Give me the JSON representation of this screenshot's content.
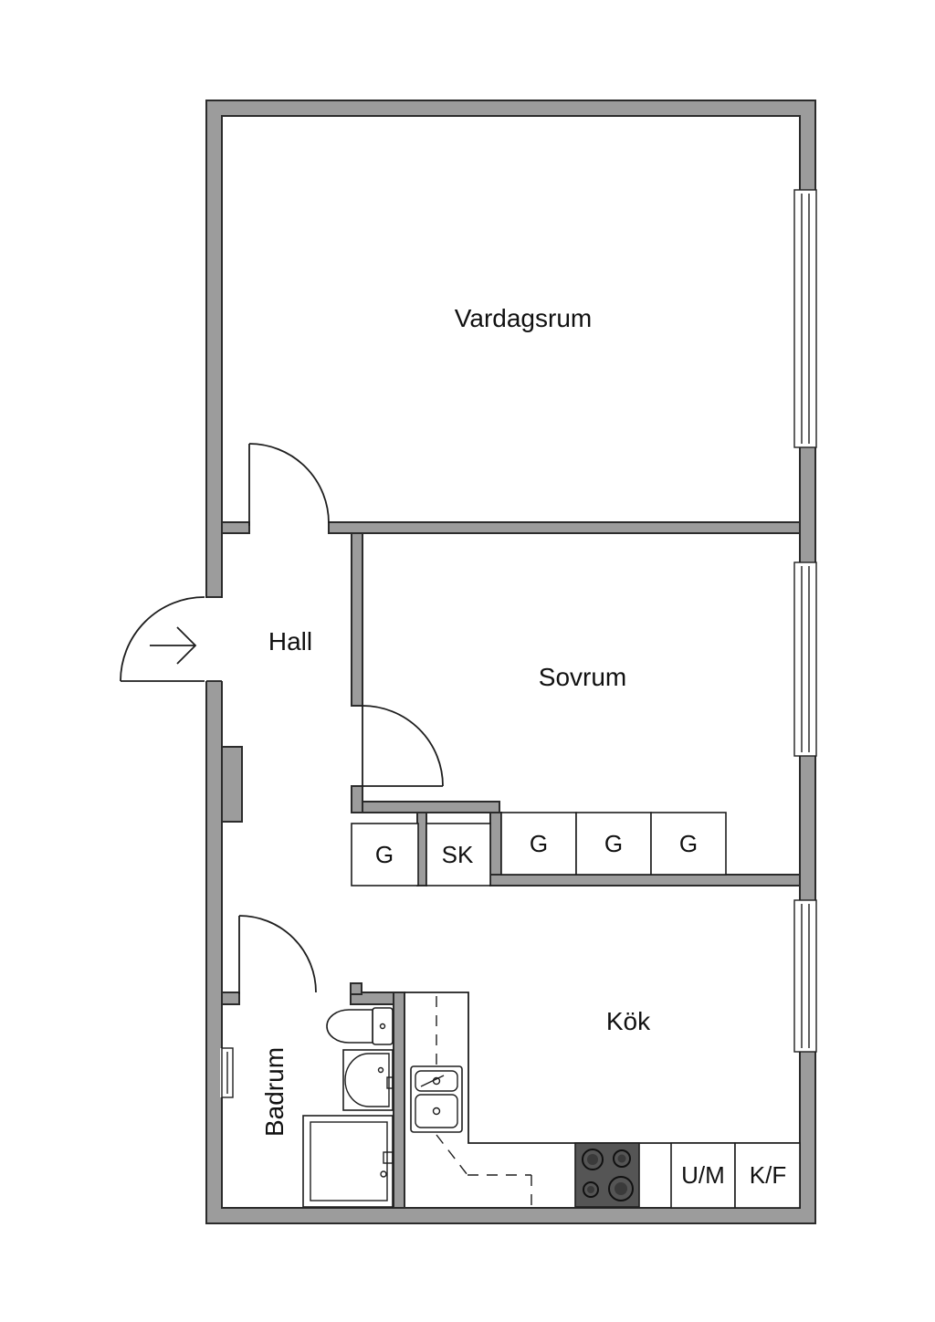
{
  "rooms": {
    "living": "Vardagsrum",
    "hall": "Hall",
    "bedroom": "Sovrum",
    "kitchen": "Kök",
    "bathroom": "Badrum"
  },
  "storage": {
    "hall_closet": "G",
    "cleaning_closet": "SK",
    "wardrobe_1": "G",
    "wardrobe_2": "G",
    "wardrobe_3": "G"
  },
  "appliances": {
    "dishwasher": "U/M",
    "fridge_freezer": "K/F"
  },
  "colors": {
    "wall_fill": "#9c9c9c",
    "wall_stroke": "#2b2b2b",
    "background": "#ffffff",
    "stove_top": "#555555"
  }
}
